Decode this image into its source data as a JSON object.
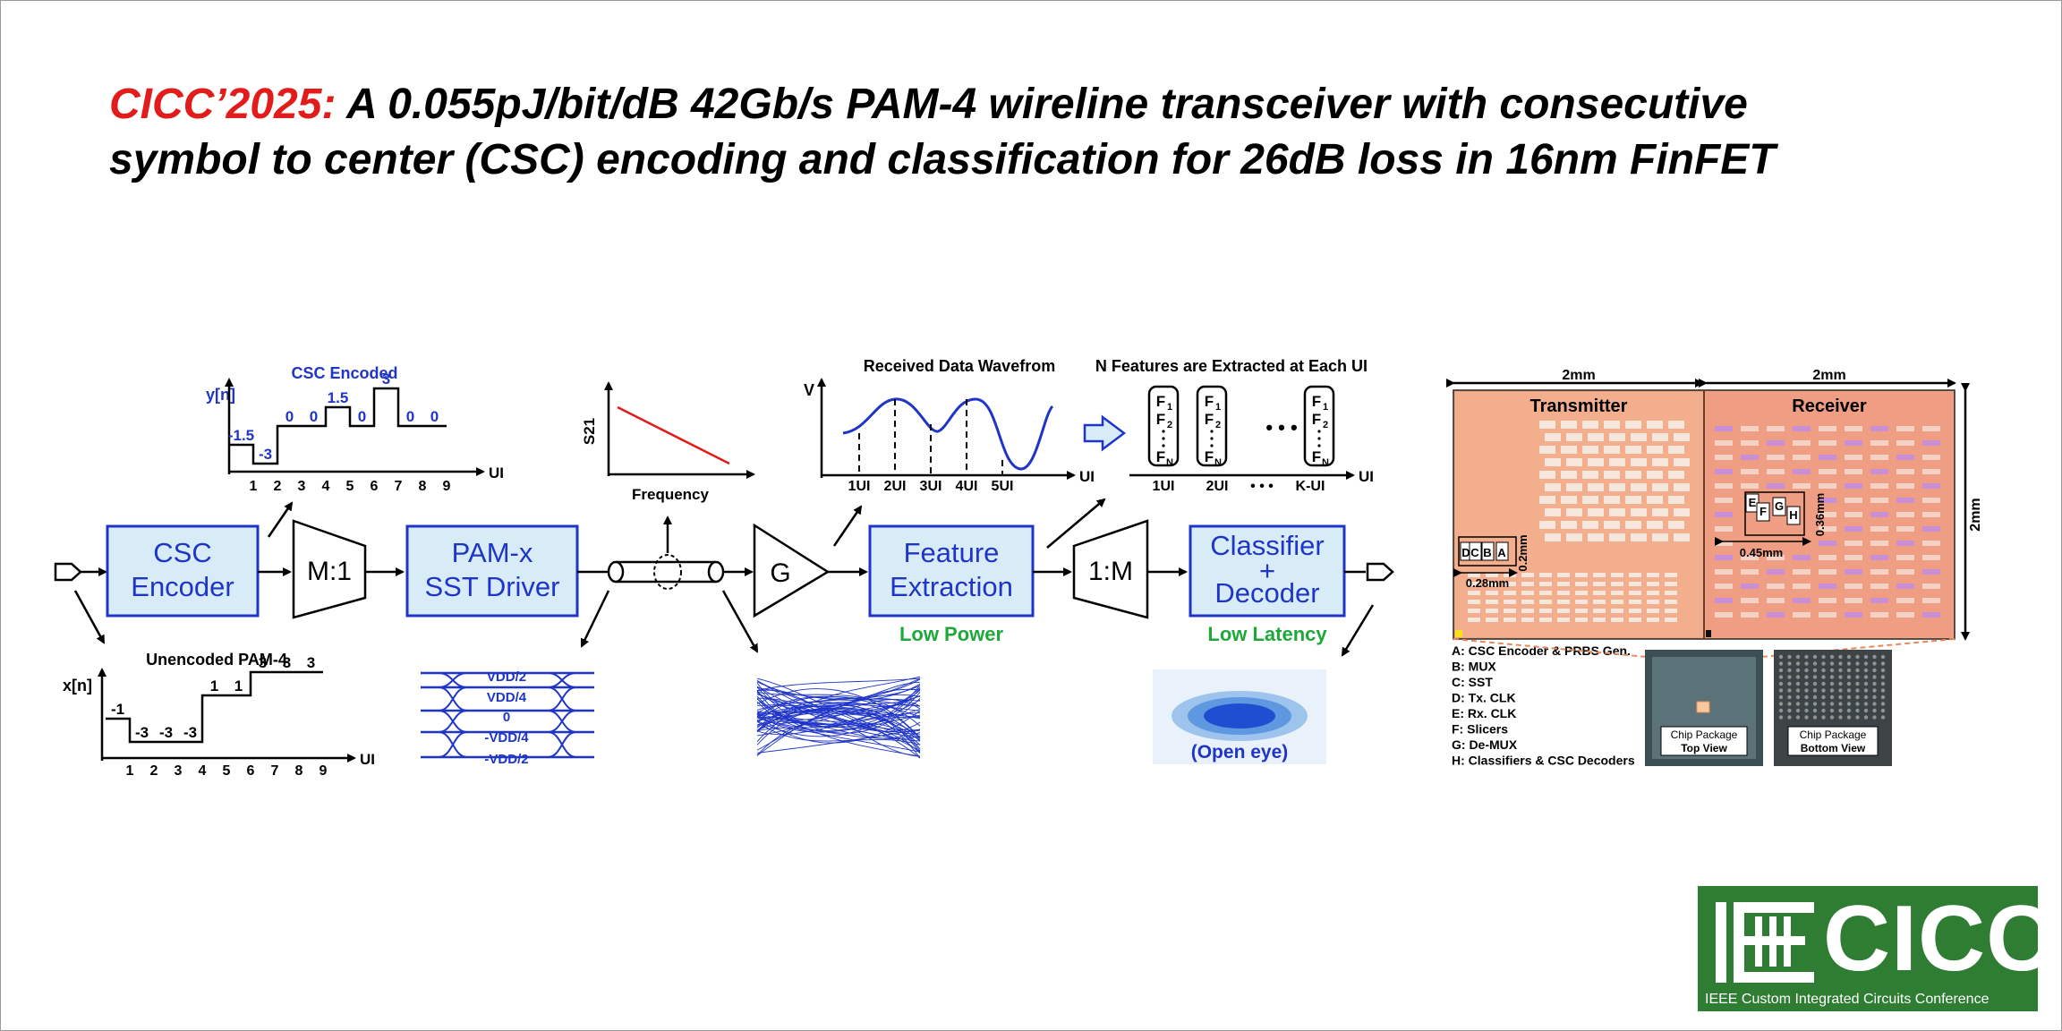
{
  "title": {
    "venue": "CICC’2025:",
    "line1": "A 0.055pJ/bit/dB 42Gb/s PAM-4 wireline transceiver with consecutive",
    "line2": "symbol to center (CSC) encoding and classification for 26dB loss in 16nm FinFET"
  },
  "blocks": {
    "csc_encoder_1": "CSC",
    "csc_encoder_2": "Encoder",
    "mux": "M:1",
    "driver_1": "PAM-x",
    "driver_2": "SST Driver",
    "gain": "G",
    "feature_1": "Feature",
    "feature_2": "Extraction",
    "demux": "1:M",
    "classifier_1": "Classifier",
    "classifier_2": "+",
    "classifier_3": "Decoder",
    "low_power": "Low Power",
    "low_latency": "Low Latency"
  },
  "csc_plot": {
    "title": "CSC Encoded",
    "ylabel": "y[n]",
    "xlabel": "UI",
    "ticks": [
      "1",
      "2",
      "3",
      "4",
      "5",
      "6",
      "7",
      "8",
      "9"
    ],
    "values": [
      "-1.5",
      "-3",
      "0",
      "0",
      "1.5",
      "0",
      "3",
      "0",
      "0"
    ],
    "levels": [
      -1.5,
      -3,
      0,
      0,
      1.5,
      0,
      3,
      0,
      0
    ]
  },
  "pam_plot": {
    "title": "Unencoded PAM-4",
    "ylabel": "x[n]",
    "xlabel": "UI",
    "ticks": [
      "1",
      "2",
      "3",
      "4",
      "5",
      "6",
      "7",
      "8",
      "9"
    ],
    "values": [
      "-1",
      "-3",
      "-3",
      "-3",
      "1",
      "1",
      "3",
      "3",
      "3"
    ],
    "levels": [
      -1,
      -3,
      -3,
      -3,
      1,
      1,
      3,
      3,
      3
    ]
  },
  "channel_plot": {
    "ylabel": "S21",
    "xlabel": "Frequency"
  },
  "eye_levels": [
    "VDD/2",
    "VDD/4",
    "0",
    "-VDD/4",
    "-VDD/2"
  ],
  "wave_plot": {
    "title": "Received Data Wavefrom",
    "ylabel": "V",
    "xlabel": "UI",
    "ticks": [
      "1UI",
      "2UI",
      "3UI",
      "4UI",
      "5UI"
    ]
  },
  "features": {
    "title": "N Features are Extracted at Each UI",
    "f1": "F",
    "sub1": "1",
    "f2": "F",
    "sub2": "2",
    "fn": "F",
    "subn": "N",
    "ellipsis": "• • •",
    "ticks": [
      "1UI",
      "2UI",
      "• • •",
      "K-UI"
    ],
    "xlabel": "UI"
  },
  "open_eye": "(Open eye)",
  "chip": {
    "width_label_1": "2mm",
    "width_label_2": "2mm",
    "height_label": "2mm",
    "tx_label": "Transmitter",
    "rx_label": "Receiver",
    "tx_dim_w": "0.28mm",
    "tx_dim_h": "0.2mm",
    "rx_dim_w": "0.45mm",
    "rx_dim_h": "0.36mm",
    "tx_letters": [
      "D",
      "C",
      "B",
      "A"
    ],
    "rx_letters": [
      "E",
      "F",
      "G",
      "H"
    ],
    "legend": [
      "A: CSC Encoder & PRBS Gen.",
      "B: MUX",
      "C: SST",
      "D: Tx. CLK",
      "E: Rx. CLK",
      "F: Slicers",
      "G: De-MUX",
      "H: Classifiers & CSC Decoders"
    ],
    "pkg_top_1": "Chip Package",
    "pkg_top_2": "Top View",
    "pkg_bot_1": "Chip Package",
    "pkg_bot_2": "Bottom View"
  },
  "logo": {
    "name": "CICC",
    "subtitle": "IEEE Custom Integrated Circuits Conference"
  },
  "colors": {
    "accent_red": "#e21b1b",
    "block_blue": "#1f35c8",
    "block_fill": "#d7ecf6",
    "green": "#1fa83a",
    "logo_green": "#2f7d32",
    "die_orange": "#f0a582"
  }
}
